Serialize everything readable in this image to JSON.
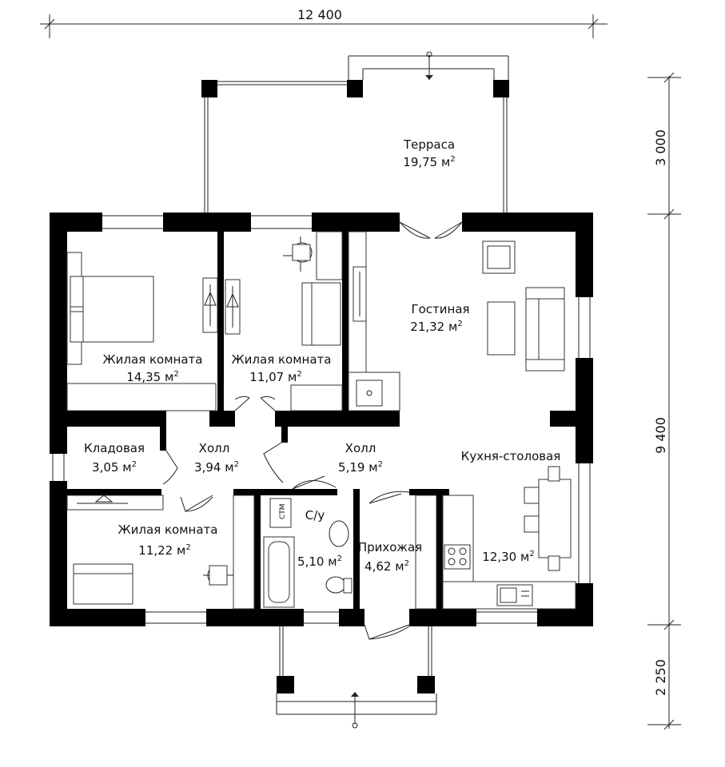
{
  "dimensions": {
    "top": "12 400",
    "right_terrace": "3 000",
    "right_main": "9 400",
    "right_porch": "2 250"
  },
  "area_unit": "м",
  "area_power": "2",
  "rooms": {
    "terrace": {
      "name": "Терраса",
      "area": "19,75"
    },
    "living_room": {
      "name": "Гостиная",
      "area": "21,32"
    },
    "bedroom_1": {
      "name": "Жилая комната",
      "area": "14,35"
    },
    "bedroom_2": {
      "name": "Жилая комната",
      "area": "11,07"
    },
    "storage": {
      "name": "Кладовая",
      "area": "3,05"
    },
    "hall_1": {
      "name": "Холл",
      "area": "3,94"
    },
    "hall_2": {
      "name": "Холл",
      "area": "5,19"
    },
    "kitchen": {
      "name": "Кухня-столовая",
      "area": "12,30"
    },
    "bedroom_3": {
      "name": "Жилая комната",
      "area": "11,22"
    },
    "bathroom": {
      "name": "С/у",
      "area": "5,10"
    },
    "entrance": {
      "name": "Прихожая",
      "area": "4,62"
    }
  },
  "labels": {
    "boiler": "СТМ"
  }
}
